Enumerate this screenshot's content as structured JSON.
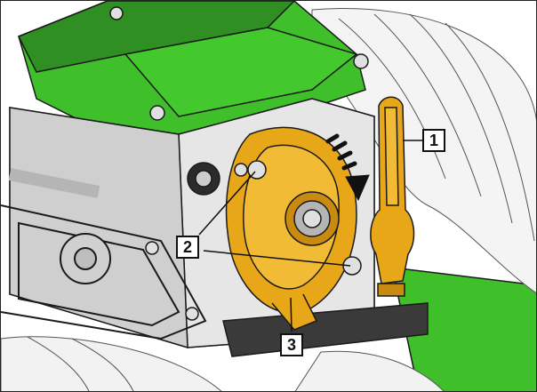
{
  "callouts": [
    {
      "id": "1",
      "label": "1"
    },
    {
      "id": "2",
      "label": "2"
    },
    {
      "id": "3",
      "label": "3"
    }
  ],
  "colors": {
    "machine_green": "#3fbf2a",
    "part_orange": "#e8a619",
    "metal_grey": "#d9d9d9",
    "outline": "#1a1a1a"
  },
  "icons": [
    "rotation-arrow-icon"
  ]
}
